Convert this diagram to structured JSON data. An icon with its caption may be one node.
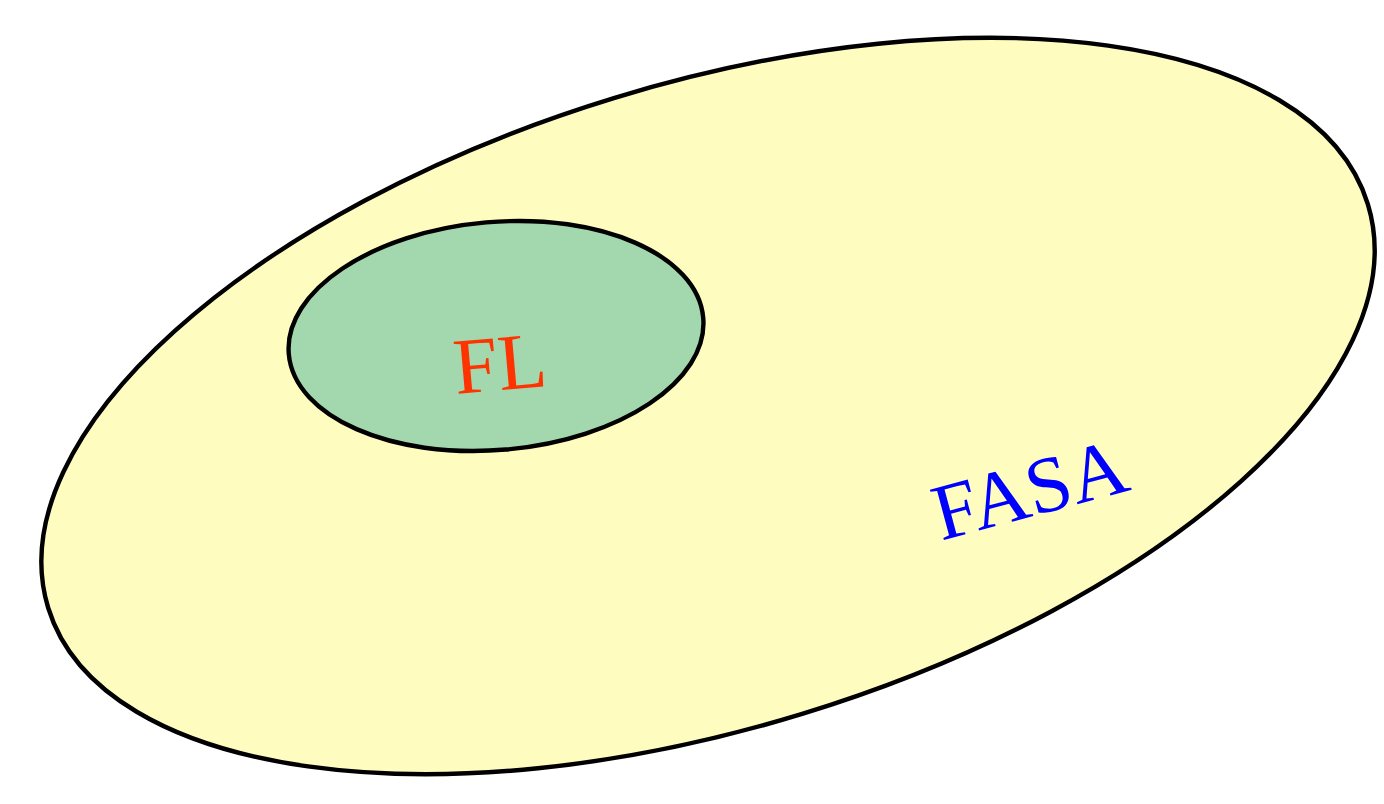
{
  "diagram": {
    "nodes": [
      {
        "text": [
          "FASA"
        ]
      },
      {
        "text": [
          "FL"
        ],
        "in": 0
      }
    ]
  }
}
